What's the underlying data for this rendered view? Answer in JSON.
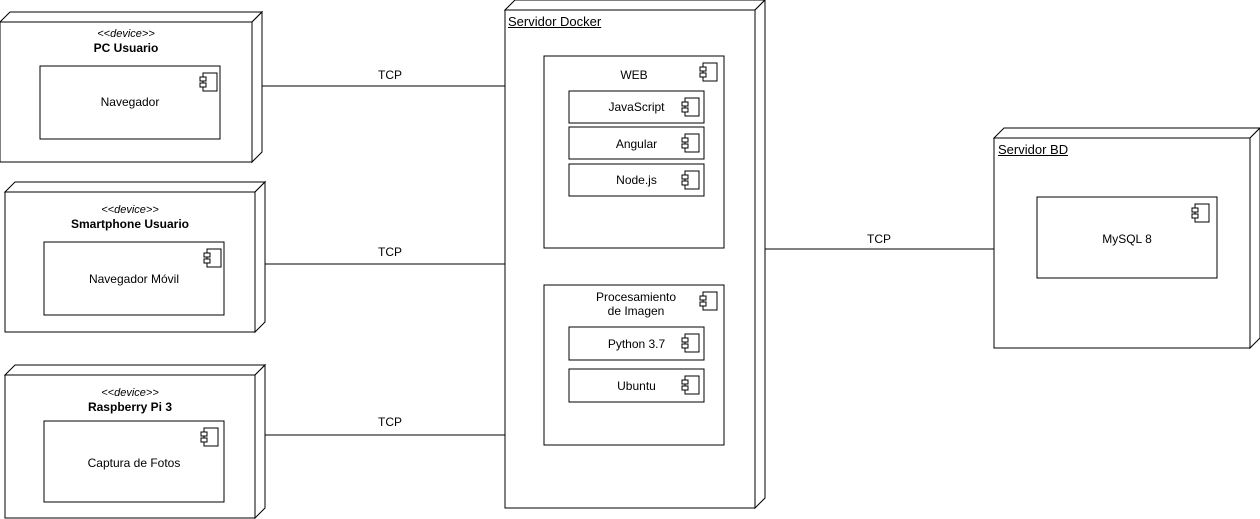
{
  "nodes": {
    "pc": {
      "stereotype": "<<device>>",
      "name": "PC Usuario",
      "component": "Navegador"
    },
    "phone": {
      "stereotype": "<<device>>",
      "name": "Smartphone Usuario",
      "component": "Navegador Móvil"
    },
    "raspberry": {
      "stereotype": "<<device>>",
      "name": "Raspberry Pi 3",
      "component": "Captura de Fotos"
    },
    "docker": {
      "name": "Servidor Docker",
      "web": {
        "name": "WEB",
        "items": [
          "JavaScript",
          "Angular",
          "Node.js"
        ]
      },
      "imaging": {
        "name_line1": "Procesamiento",
        "name_line2": "de Imagen",
        "items": [
          "Python 3.7",
          "Ubuntu"
        ]
      }
    },
    "db": {
      "name": "Servidor BD",
      "component": "MySQL 8"
    }
  },
  "edges": {
    "pc_docker": "TCP",
    "phone_docker": "TCP",
    "rpi_docker": "TCP",
    "docker_db": "TCP"
  }
}
